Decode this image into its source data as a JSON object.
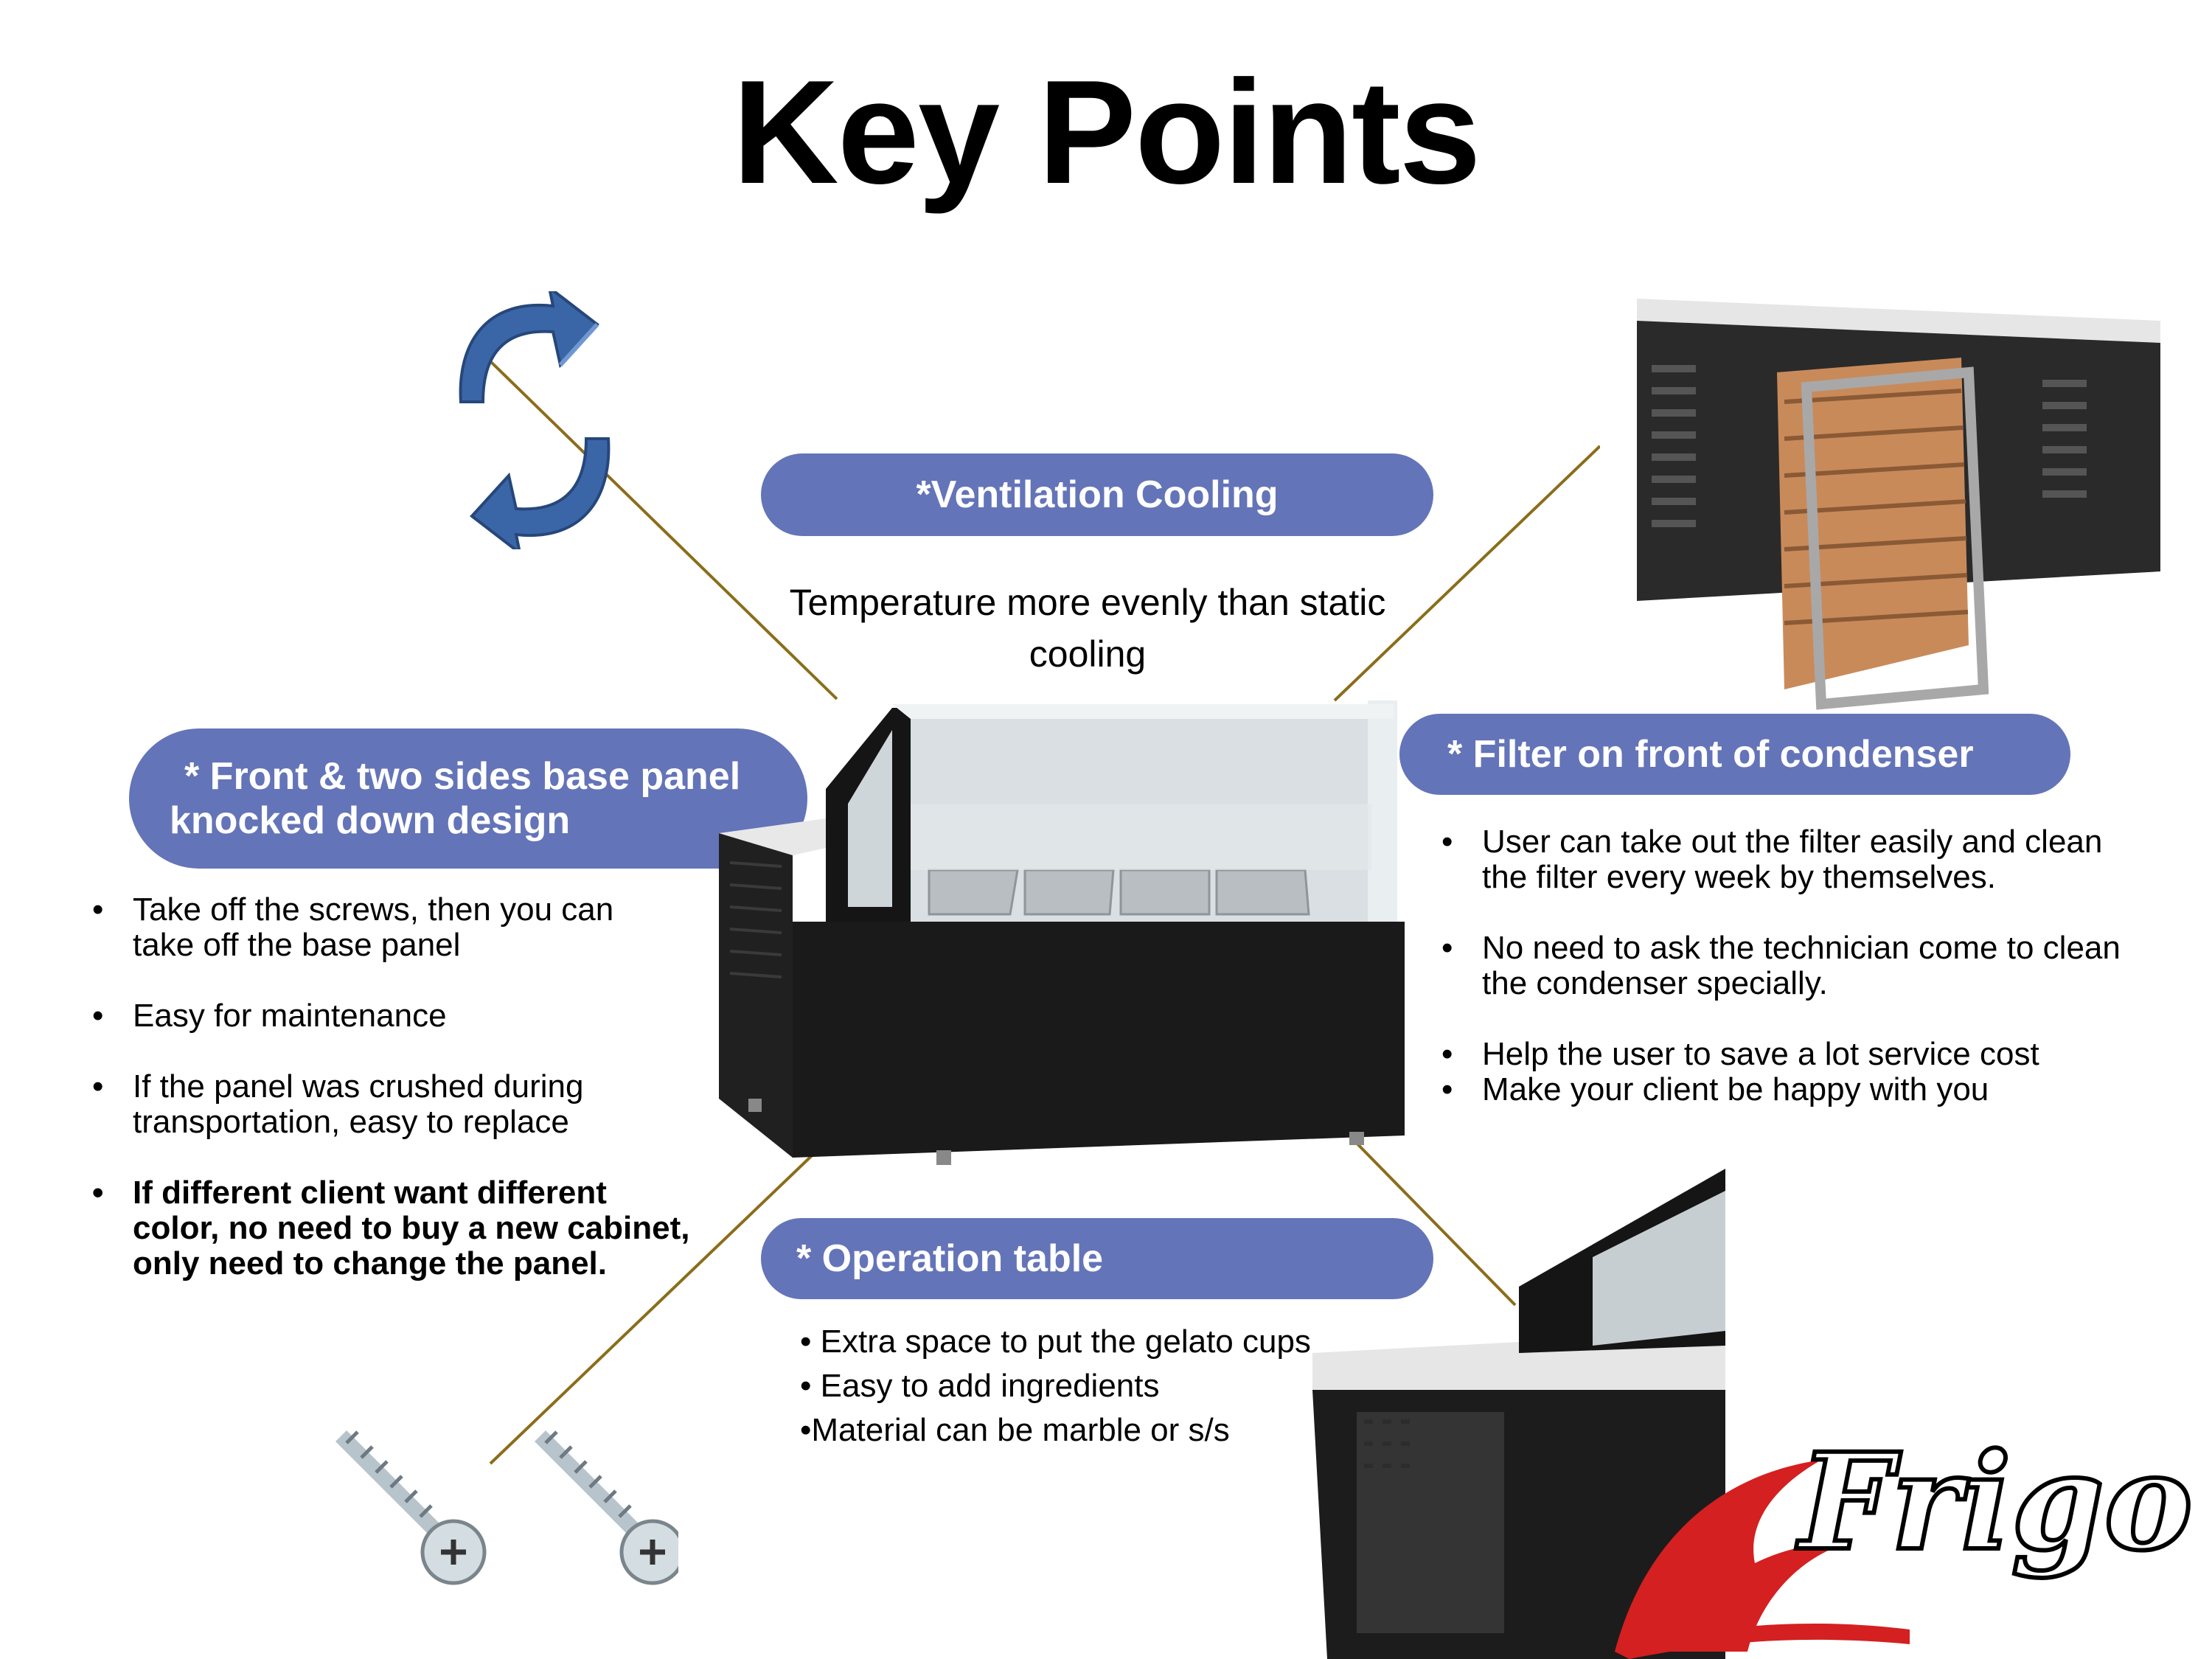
{
  "title": "Key Points",
  "ventilation": {
    "heading": "*Ventilation Cooling",
    "line1": "Temperature more evenly than static",
    "line2": "cooling"
  },
  "front_panel": {
    "heading_line1": "* Front & two sides base panel",
    "heading_line2": "knocked down design",
    "bullets": [
      {
        "l1": "Take off the screws, then you can",
        "l2": "take off the base panel"
      },
      {
        "l1": "Easy for maintenance",
        "l2": ""
      },
      {
        "l1": "If the panel was crushed during",
        "l2": "transportation, easy to replace"
      }
    ],
    "bold_bullet": {
      "l1": "If different client want different",
      "l2": "color, no need to buy a new cabinet,",
      "l3": "only need to change the panel."
    }
  },
  "filter": {
    "heading": "* Filter on front of condenser",
    "bullets": [
      {
        "l1": "User can take out the filter easily and clean",
        "l2": "the filter every week by themselves."
      },
      {
        "l1": "No need to ask the technician come to clean",
        "l2": "the condenser specially."
      }
    ],
    "bullets_tight": [
      "Help the user to save a lot service cost",
      "Make your client be happy with you"
    ]
  },
  "operation": {
    "heading": "* Operation table",
    "lines": [
      "• Extra space to put the gelato cups",
      "• Easy to add ingredients",
      "•Material  can be marble or s/s"
    ]
  },
  "logo": {
    "text": "Frigo"
  },
  "colors": {
    "pill": "#6474b8",
    "leader": "#8b6d1a",
    "cabinet": "#1a1a1a",
    "logo_red": "#d42020"
  },
  "icons": [
    "circular-arrows-icon",
    "screw-icon"
  ]
}
